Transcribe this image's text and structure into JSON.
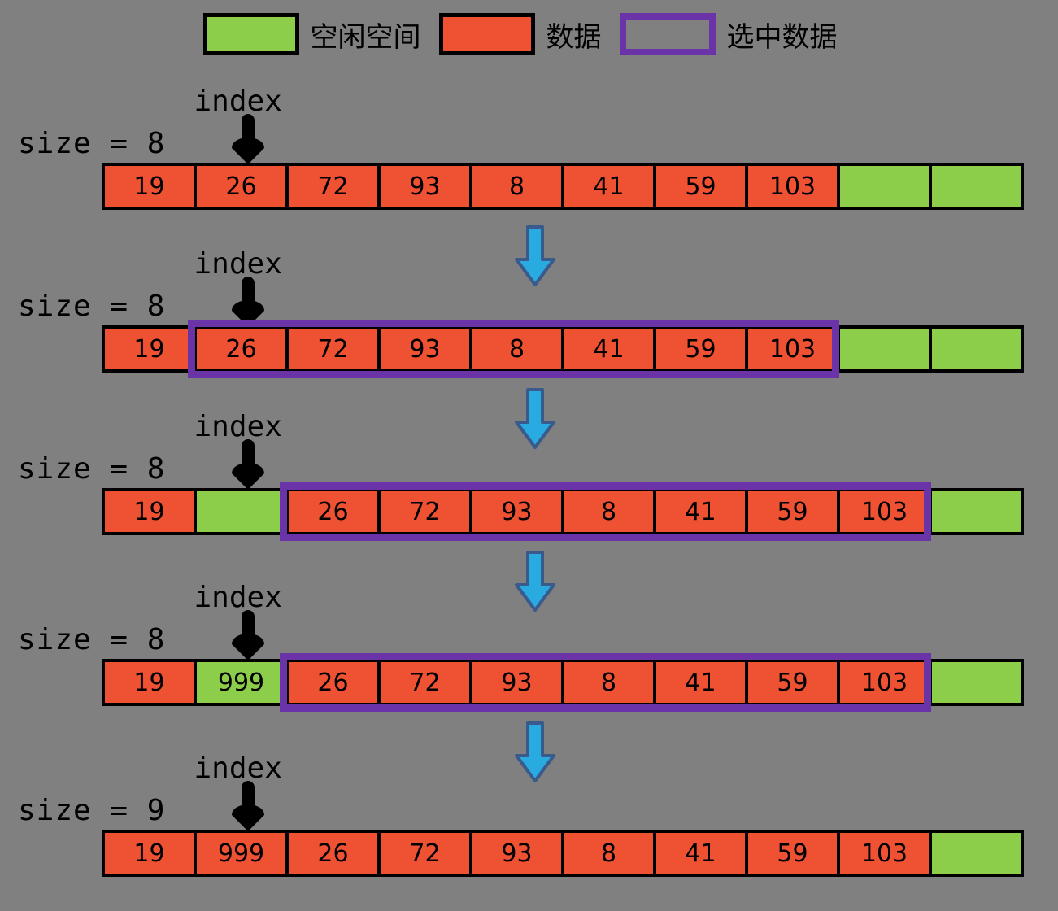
{
  "diagram": {
    "title": "array-insert-shift-steps",
    "colors": {
      "background": "#808080",
      "data_cell": "#EF5133",
      "free_cell": "#8CCE4A",
      "selection": "#6B33A8",
      "flow_arrow": "#29ABE2",
      "flow_arrow_border": "#3A5A8C",
      "outline": "#000000"
    }
  },
  "legend": {
    "items": [
      {
        "swatch": "free-space-swatch",
        "label": "空闲空间"
      },
      {
        "swatch": "data-swatch",
        "label": "数据"
      },
      {
        "swatch": "selected-data-swatch",
        "label": "选中数据"
      }
    ]
  },
  "steps": [
    {
      "size_label": "size = 8",
      "index_label": "index",
      "index_position": 1,
      "cells": [
        {
          "value": "19",
          "kind": "data"
        },
        {
          "value": "26",
          "kind": "data"
        },
        {
          "value": "72",
          "kind": "data"
        },
        {
          "value": "93",
          "kind": "data"
        },
        {
          "value": "8",
          "kind": "data"
        },
        {
          "value": "41",
          "kind": "data"
        },
        {
          "value": "59",
          "kind": "data"
        },
        {
          "value": "103",
          "kind": "data"
        },
        {
          "value": "",
          "kind": "free"
        },
        {
          "value": "",
          "kind": "free"
        }
      ],
      "selection": null,
      "flow_arrow_below": true
    },
    {
      "size_label": "size = 8",
      "index_label": "index",
      "index_position": 1,
      "cells": [
        {
          "value": "19",
          "kind": "data"
        },
        {
          "value": "26",
          "kind": "data"
        },
        {
          "value": "72",
          "kind": "data"
        },
        {
          "value": "93",
          "kind": "data"
        },
        {
          "value": "8",
          "kind": "data"
        },
        {
          "value": "41",
          "kind": "data"
        },
        {
          "value": "59",
          "kind": "data"
        },
        {
          "value": "103",
          "kind": "data"
        },
        {
          "value": "",
          "kind": "free"
        },
        {
          "value": "",
          "kind": "free"
        }
      ],
      "selection": {
        "start": 1,
        "end": 7
      },
      "flow_arrow_below": true
    },
    {
      "size_label": "size = 8",
      "index_label": "index",
      "index_position": 1,
      "cells": [
        {
          "value": "19",
          "kind": "data"
        },
        {
          "value": "",
          "kind": "free"
        },
        {
          "value": "26",
          "kind": "data"
        },
        {
          "value": "72",
          "kind": "data"
        },
        {
          "value": "93",
          "kind": "data"
        },
        {
          "value": "8",
          "kind": "data"
        },
        {
          "value": "41",
          "kind": "data"
        },
        {
          "value": "59",
          "kind": "data"
        },
        {
          "value": "103",
          "kind": "data"
        },
        {
          "value": "",
          "kind": "free"
        }
      ],
      "selection": {
        "start": 2,
        "end": 8
      },
      "flow_arrow_below": true
    },
    {
      "size_label": "size = 8",
      "index_label": "index",
      "index_position": 1,
      "cells": [
        {
          "value": "19",
          "kind": "data"
        },
        {
          "value": "999",
          "kind": "free"
        },
        {
          "value": "26",
          "kind": "data"
        },
        {
          "value": "72",
          "kind": "data"
        },
        {
          "value": "93",
          "kind": "data"
        },
        {
          "value": "8",
          "kind": "data"
        },
        {
          "value": "41",
          "kind": "data"
        },
        {
          "value": "59",
          "kind": "data"
        },
        {
          "value": "103",
          "kind": "data"
        },
        {
          "value": "",
          "kind": "free"
        }
      ],
      "selection": {
        "start": 2,
        "end": 8
      },
      "flow_arrow_below": true
    },
    {
      "size_label": "size = 9",
      "index_label": "index",
      "index_position": 1,
      "cells": [
        {
          "value": "19",
          "kind": "data"
        },
        {
          "value": "999",
          "kind": "data"
        },
        {
          "value": "26",
          "kind": "data"
        },
        {
          "value": "72",
          "kind": "data"
        },
        {
          "value": "93",
          "kind": "data"
        },
        {
          "value": "8",
          "kind": "data"
        },
        {
          "value": "41",
          "kind": "data"
        },
        {
          "value": "59",
          "kind": "data"
        },
        {
          "value": "103",
          "kind": "data"
        },
        {
          "value": "",
          "kind": "free"
        }
      ],
      "selection": null,
      "flow_arrow_below": false
    }
  ]
}
